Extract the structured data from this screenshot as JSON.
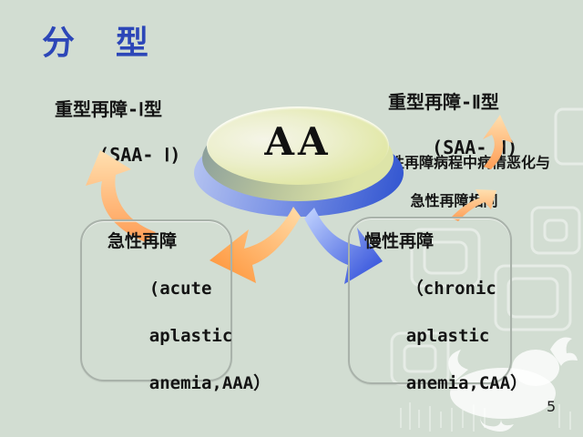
{
  "slide": {
    "title": "分 型",
    "page_number": "5",
    "center": {
      "label": "AA"
    },
    "saa1": {
      "line1": "重型再障-Ⅰ型",
      "line2": "(SAA- Ⅰ)"
    },
    "saa2": {
      "line1": "重型再障-Ⅱ型",
      "line2": "(SAA- Ⅱ)"
    },
    "note": {
      "line1": "慢性再障病程中病情恶化与",
      "line2": "急性再障相同"
    },
    "acute_box": {
      "line1": "急性再障",
      "line2": "(acute",
      "line3": "aplastic",
      "line4": "anemia,AAA）"
    },
    "chronic_box": {
      "line1": "慢性再障",
      "line2": "（chronic",
      "line3": "aplastic",
      "line4": "anemia,CAA）"
    },
    "icons": {
      "arrow_acute_to_saa1": "curved-up-left-orange-arrow",
      "arrow_disk_to_acute": "curved-down-left-orange-arrow",
      "arrow_disk_to_chronic": "curved-down-right-blue-arrow",
      "arrow_saa2_small": "curved-up-right-orange-arrow",
      "arrow_note_small": "curved-up-right-orange-arrow",
      "background_motif": "phoenix-pattern-watermark"
    },
    "colors": {
      "background": "#d2ddd2",
      "title_blue": "#2c46b8",
      "text_black": "#141414",
      "disk_top_yellow": "#e4e9a9",
      "disk_base_blue": "#3b5cd8",
      "orange_arrow": "#ffa84e",
      "blue_arrow": "#2f52d9",
      "box_border": "#a9b2aa"
    }
  }
}
